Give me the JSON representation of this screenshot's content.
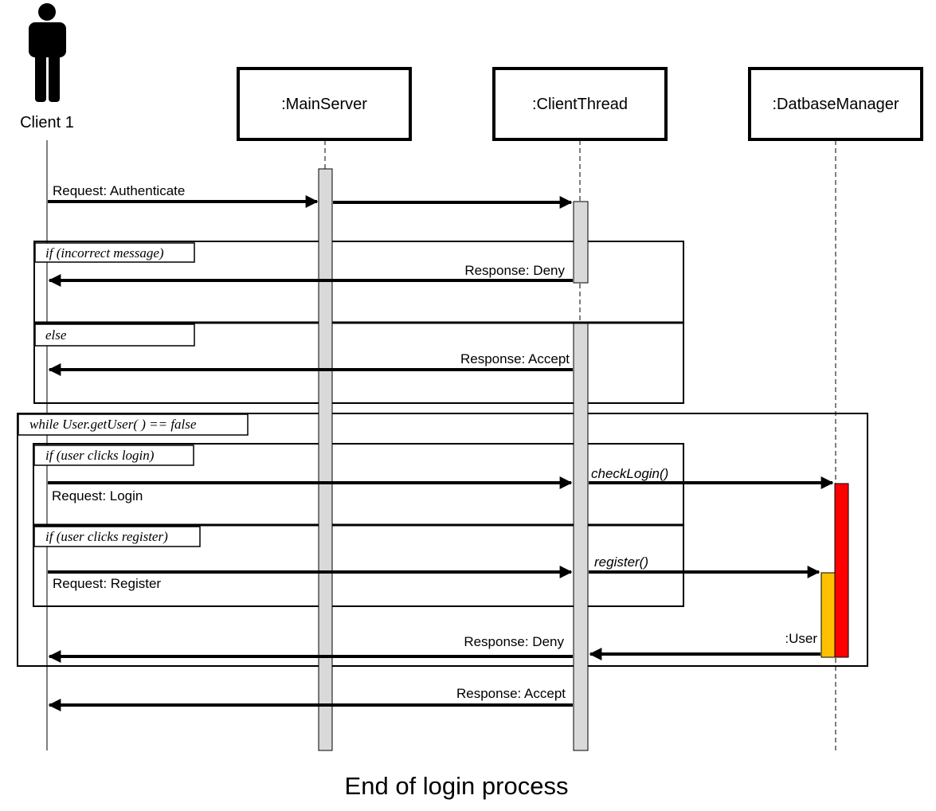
{
  "actor": {
    "label": "Client 1"
  },
  "participants": [
    {
      "id": "main_server",
      "label": ":MainServer"
    },
    {
      "id": "client_thread",
      "label": ":ClientThread"
    },
    {
      "id": "db_manager",
      "label": ":DatbaseManager"
    }
  ],
  "messages": {
    "request_authenticate": "Request: Authenticate",
    "response_deny_1": "Response: Deny",
    "response_accept_1": "Response: Accept",
    "check_login": "checkLogin()",
    "request_login": "Request: Login",
    "register": "register()",
    "request_register": "Request: Register",
    "return_user": ":User",
    "response_deny_2": "Response: Deny",
    "response_accept_2": "Response: Accept"
  },
  "fragments": {
    "if_incorrect": "if (incorrect message)",
    "else": "else",
    "while_loop": "while User.getUser( ) == false",
    "if_login": "if (user clicks login)",
    "if_register": "if (user clicks register)"
  },
  "caption": "End of login process",
  "colors": {
    "activation_gray": "#d9d9d9",
    "activation_red": "#ff0000",
    "activation_orange": "#ffc000"
  }
}
